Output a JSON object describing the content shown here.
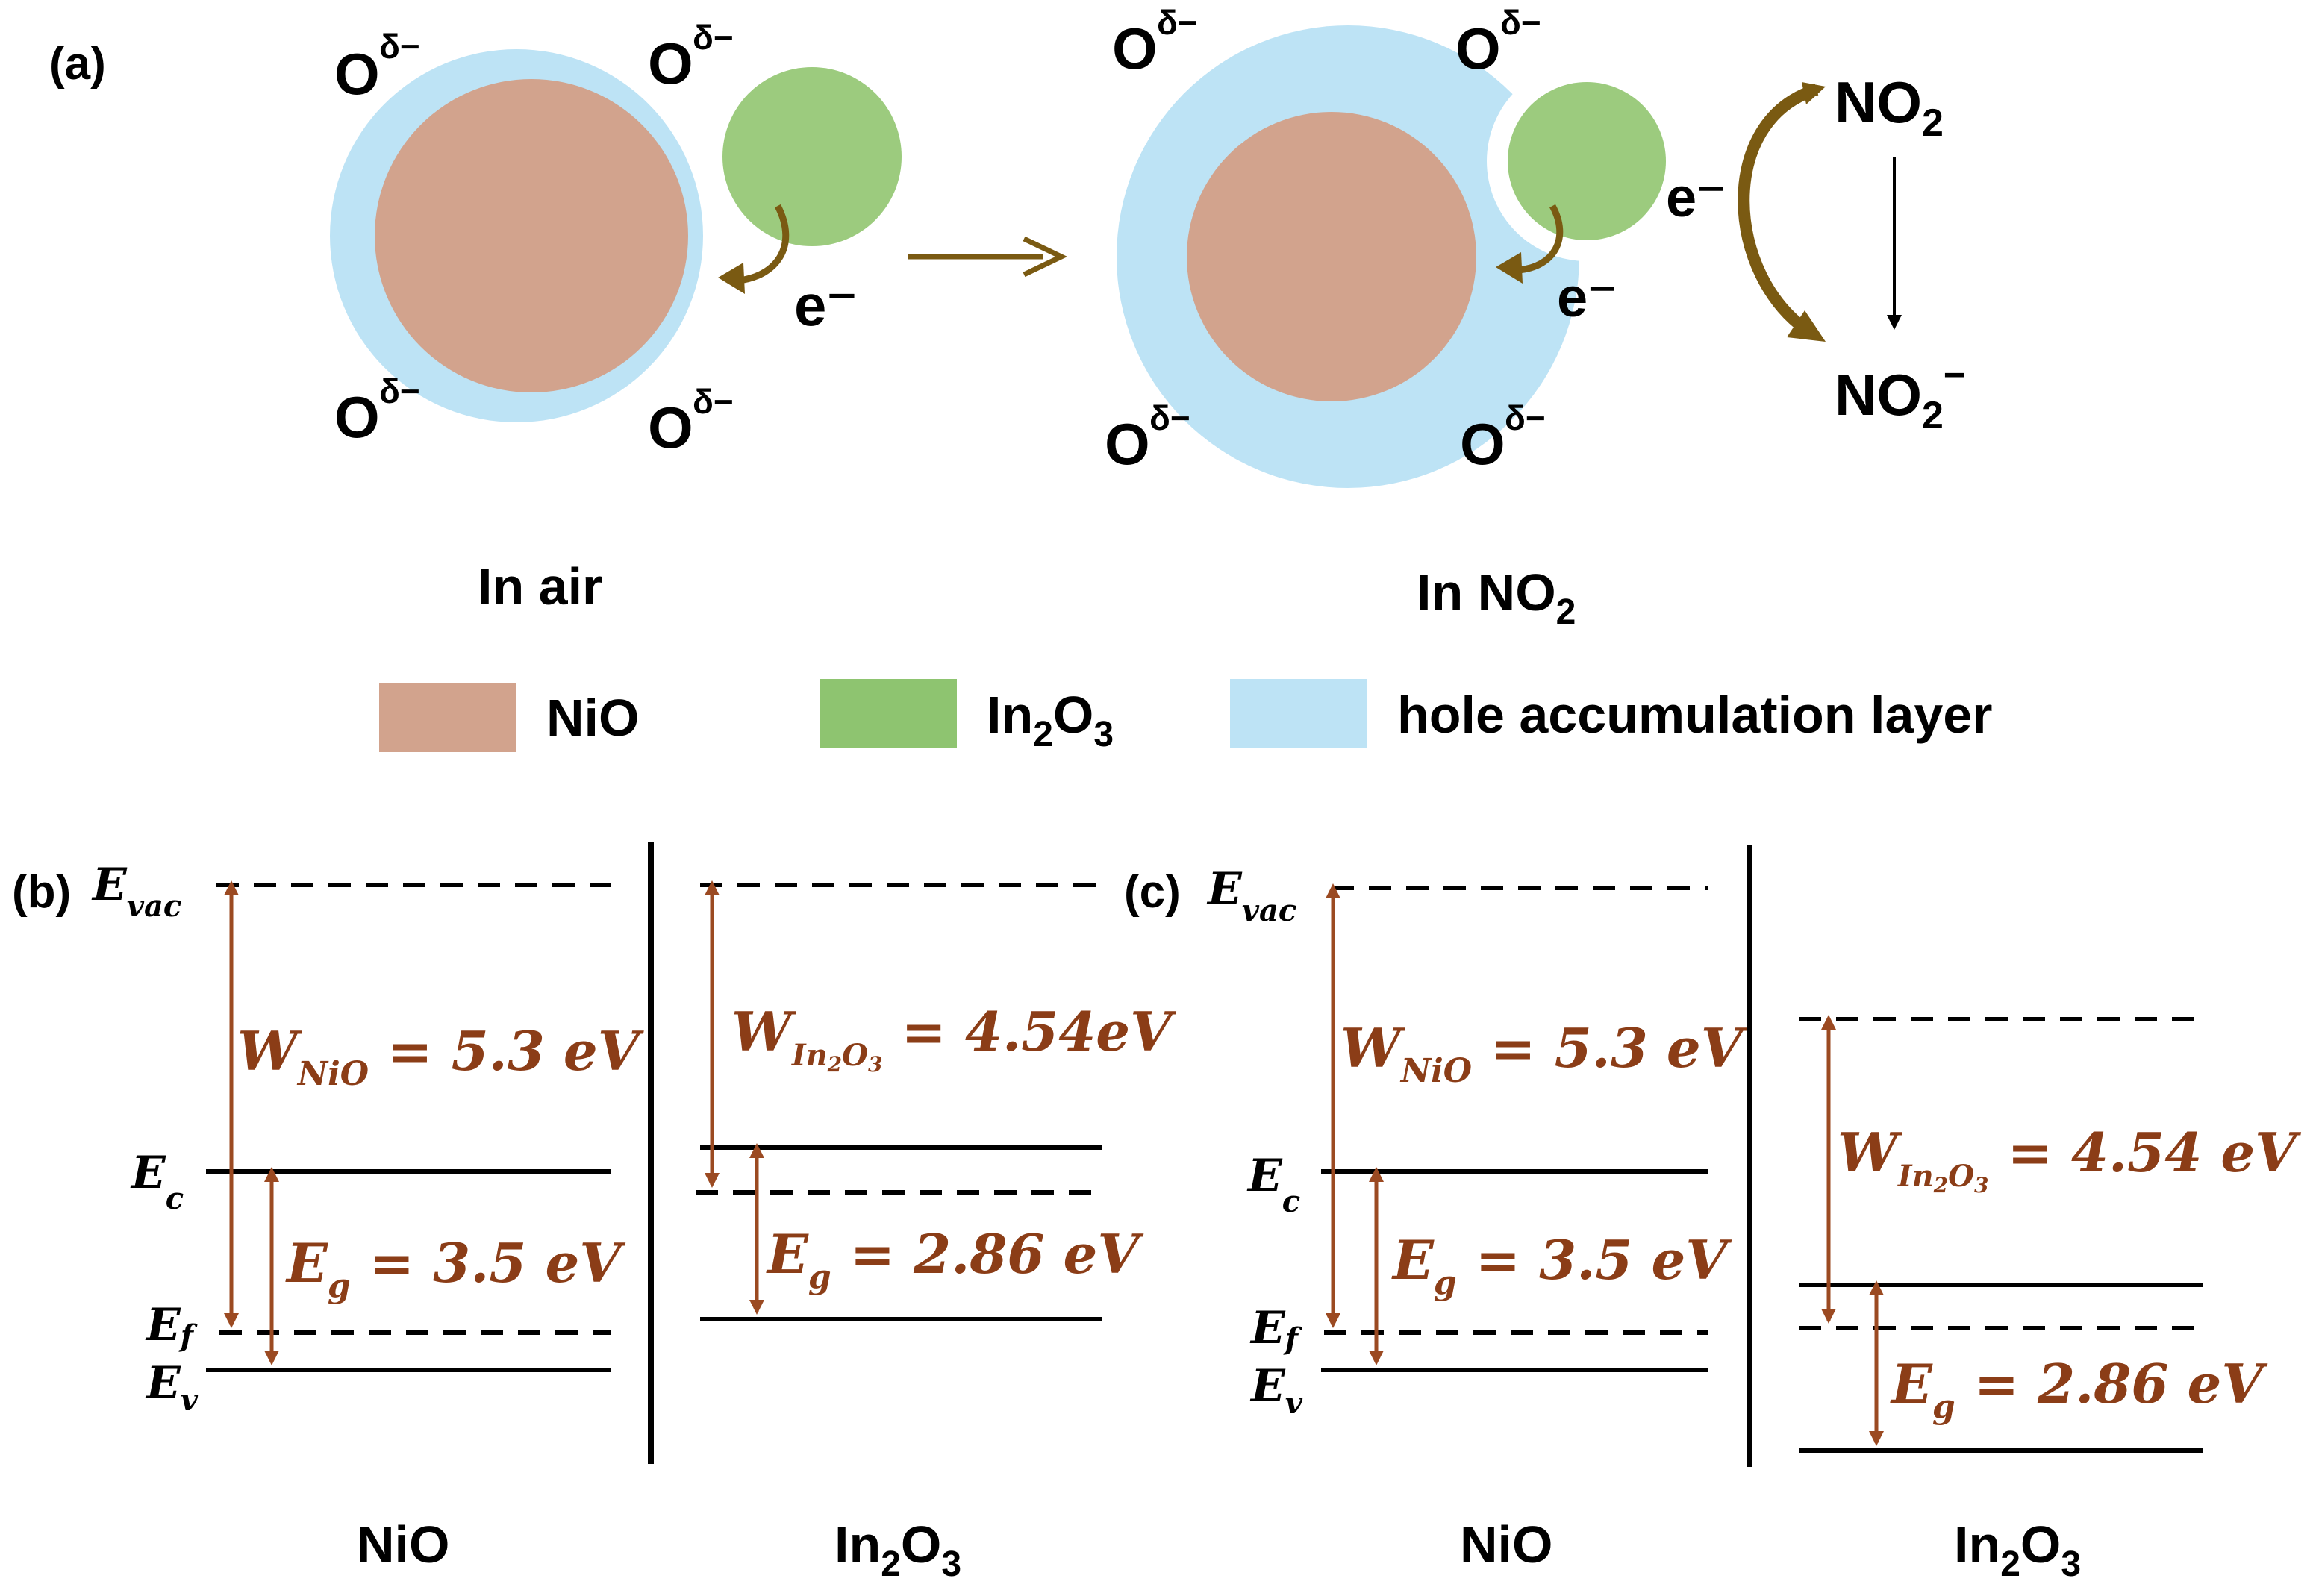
{
  "colors": {
    "nio": "#d2a38d",
    "in2o3": "#8ec470",
    "hole_layer": "#bde3f5",
    "arrow_brown": "#7a5a12",
    "energy_text": "#8b3d17",
    "energy_arrow": "#9b4a22"
  },
  "panel_a": {
    "label": "(a)",
    "air_state": {
      "caption": "In air",
      "o_labels": [
        "O",
        "O",
        "O",
        "O"
      ],
      "o_superscript": "δ−",
      "electron": "e⁻"
    },
    "no2_state": {
      "caption_main": "In NO",
      "caption_sub": "2",
      "o_labels": [
        "O",
        "O",
        "O",
        "O"
      ],
      "o_superscript": "δ−",
      "electron_inner": "e⁻",
      "electron_outer": "e⁻",
      "reactant_main": "NO",
      "reactant_sub": "2",
      "product_main": "NO",
      "product_sub": "2",
      "product_sup": "−"
    },
    "legend": [
      {
        "label": "NiO",
        "color": "#d2a38d"
      },
      {
        "label_main": "In",
        "label_sub1": "2",
        "label_mid": "O",
        "label_sub2": "3",
        "color": "#8ec470"
      },
      {
        "label": "hole accumulation layer",
        "color": "#bde3f5"
      }
    ]
  },
  "panel_b": {
    "label": "(b)",
    "levels": {
      "vac_main": "E",
      "vac_sub": "vac",
      "c_main": "E",
      "c_sub": "c",
      "f_main": "E",
      "f_sub": "f",
      "v_main": "E",
      "v_sub": "v"
    },
    "nio": {
      "w_main": "W",
      "w_sub": "NiO",
      "w_value": " = 5.3 eV",
      "g_main": "E",
      "g_sub": "g",
      "g_value": " = 3.5 eV",
      "axis_label": "NiO"
    },
    "in2o3": {
      "w_main": "W",
      "w_sub_a": "In",
      "w_sub_b": "2",
      "w_sub_c": "O",
      "w_sub_d": "3",
      "w_value": " = 4.54eV",
      "g_main": "E",
      "g_sub": "g",
      "g_value": " = 2.86 eV",
      "axis_label_main": "In",
      "axis_label_sub1": "2",
      "axis_label_mid": "O",
      "axis_label_sub2": "3"
    }
  },
  "panel_c": {
    "label": "(c)",
    "levels": {
      "vac_main": "E",
      "vac_sub": "vac",
      "c_main": "E",
      "c_sub": "c",
      "f_main": "E",
      "f_sub": "f",
      "v_main": "E",
      "v_sub": "v"
    },
    "nio": {
      "w_main": "W",
      "w_sub": "NiO",
      "w_value": " = 5.3 eV",
      "g_main": "E",
      "g_sub": "g",
      "g_value": " = 3.5 eV",
      "axis_label": "NiO"
    },
    "in2o3": {
      "w_main": "W",
      "w_sub_a": "In",
      "w_sub_b": "2",
      "w_sub_c": "O",
      "w_sub_d": "3",
      "w_value": " = 4.54 eV",
      "g_main": "E",
      "g_sub": "g",
      "g_value": " = 2.86 eV",
      "axis_label_main": "In",
      "axis_label_sub1": "2",
      "axis_label_mid": "O",
      "axis_label_sub2": "3"
    }
  }
}
